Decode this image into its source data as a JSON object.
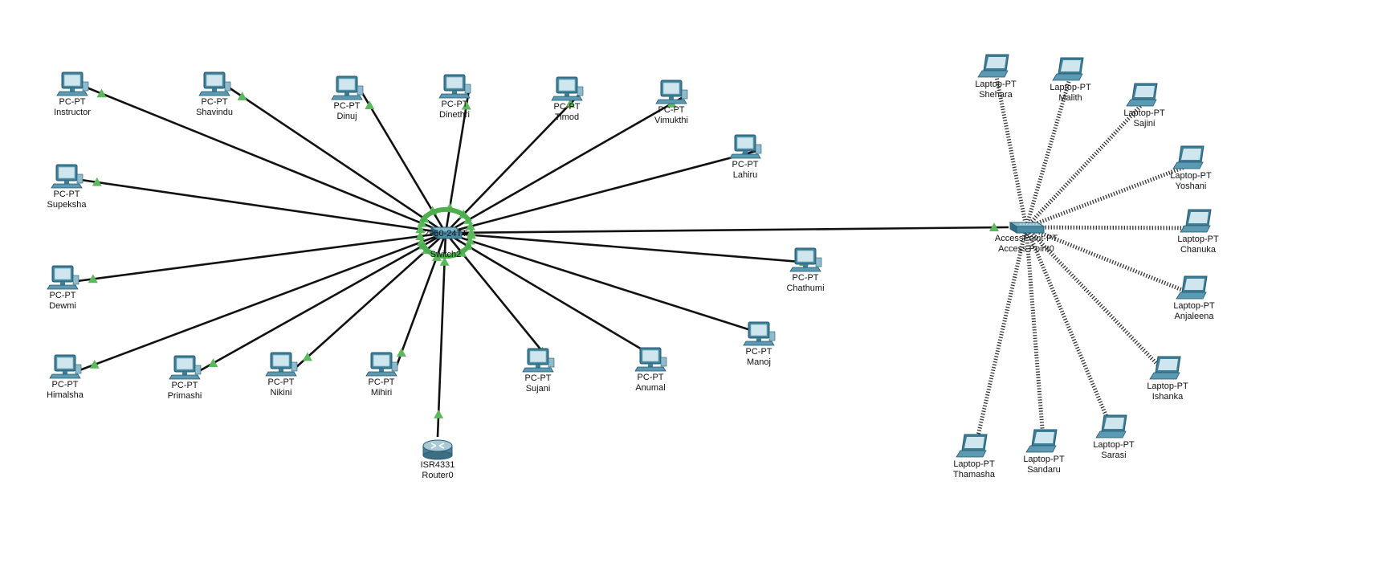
{
  "colors": {
    "link": "#111111",
    "link_up_triangle": "#5cb85c",
    "pc_body": "#4f8fa7",
    "laptop_body": "#4f8fa7"
  },
  "switch": {
    "model": "2960-24TT",
    "name": "Switch2"
  },
  "router": {
    "model": "ISR4331",
    "name": "Router0"
  },
  "access_point": {
    "model": "AccessPoint-PT",
    "name": "Access Point0"
  },
  "pcs": [
    {
      "model": "PC-PT",
      "name": "Instructor"
    },
    {
      "model": "PC-PT",
      "name": "Shavindu"
    },
    {
      "model": "PC-PT",
      "name": "Dinuj"
    },
    {
      "model": "PC-PT",
      "name": "Dinethri"
    },
    {
      "model": "PC-PT",
      "name": "Timod"
    },
    {
      "model": "PC-PT",
      "name": "Vimukthi"
    },
    {
      "model": "PC-PT",
      "name": "Lahiru"
    },
    {
      "model": "PC-PT",
      "name": "Supeksha"
    },
    {
      "model": "PC-PT",
      "name": "Dewmi"
    },
    {
      "model": "PC-PT",
      "name": "Chathumi"
    },
    {
      "model": "PC-PT",
      "name": "Himalsha"
    },
    {
      "model": "PC-PT",
      "name": "Primashi"
    },
    {
      "model": "PC-PT",
      "name": "Nikini"
    },
    {
      "model": "PC-PT",
      "name": "Mihiri"
    },
    {
      "model": "PC-PT",
      "name": "Sujani"
    },
    {
      "model": "PC-PT",
      "name": "Anumal"
    },
    {
      "model": "PC-PT",
      "name": "Manoj"
    }
  ],
  "laptops": [
    {
      "model": "Laptop-PT",
      "name": "Shehara"
    },
    {
      "model": "Laptop-PT",
      "name": "Malith"
    },
    {
      "model": "Laptop-PT",
      "name": "Sajini"
    },
    {
      "model": "Laptop-PT",
      "name": "Yoshani"
    },
    {
      "model": "Laptop-PT",
      "name": "Chanuka"
    },
    {
      "model": "Laptop-PT",
      "name": "Anjaleena"
    },
    {
      "model": "Laptop-PT",
      "name": "Ishanka"
    },
    {
      "model": "Laptop-PT",
      "name": "Sarasi"
    },
    {
      "model": "Laptop-PT",
      "name": "Sandaru"
    },
    {
      "model": "Laptop-PT",
      "name": "Thamasha"
    }
  ]
}
